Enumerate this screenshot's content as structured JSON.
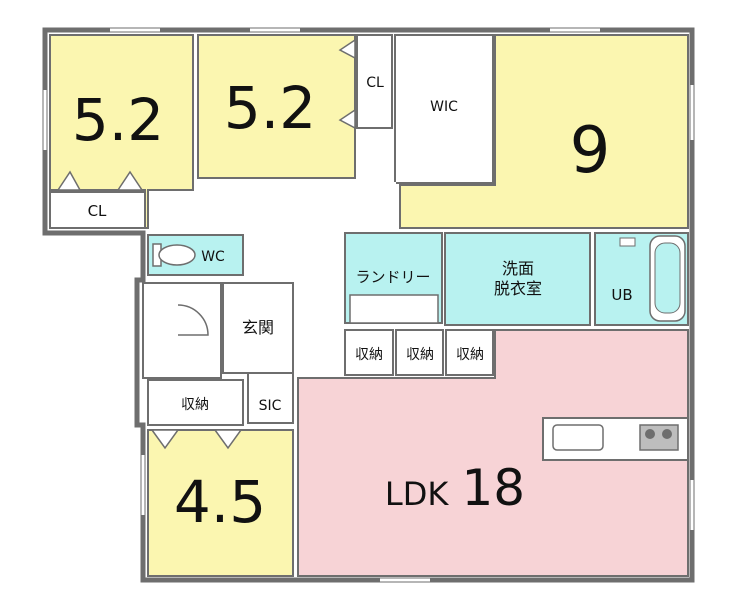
{
  "rooms": {
    "bed_nw": {
      "size": "5.2",
      "closet": "CL"
    },
    "bed_n": {
      "size": "5.2",
      "closet": "CL"
    },
    "wic": {
      "label": "WIC"
    },
    "bed_ne": {
      "size": "9"
    },
    "wc": {
      "label": "WC"
    },
    "laundry": {
      "label": "ランドリー"
    },
    "washroom": {
      "line1": "洗面",
      "line2": "脱衣室"
    },
    "bath": {
      "label": "UB"
    },
    "entrance": {
      "label": "玄関",
      "sic": "SIC"
    },
    "storage": [
      "収納",
      "収納",
      "収納",
      "収納"
    ],
    "bed_sw": {
      "size": "4.5"
    },
    "ldk": {
      "prefix": "LDK",
      "size": "18"
    }
  },
  "colors": {
    "bedroom": "#fbf6b0",
    "wet": "#b8f2f0",
    "ldk": "#f7d3d6",
    "wall": "#6e6e6e",
    "floor": "#ffffff"
  }
}
